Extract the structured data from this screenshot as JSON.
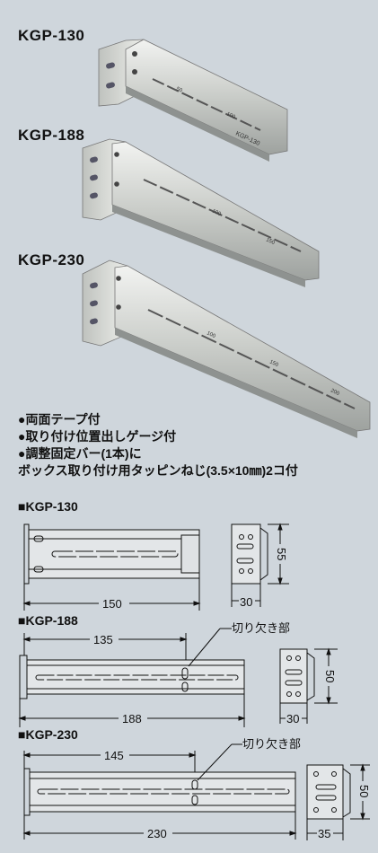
{
  "models": {
    "m130": "KGP-130",
    "m188": "KGP-188",
    "m230": "KGP-230"
  },
  "features": [
    "●両面テープ付",
    "●取り付け位置出しゲージ付",
    "●調整固定バー(1本)に",
    "ボックス取り付け用タッピンねじ(3.5×10㎜)2コ付"
  ],
  "drawings": {
    "d130": {
      "title": "■KGP-130",
      "length": "150",
      "width": "30",
      "height": "55"
    },
    "d188": {
      "title": "■KGP-188",
      "length": "188",
      "notch_pos": "135",
      "notch_label": "切り欠き部",
      "width": "30",
      "height": "50"
    },
    "d230": {
      "title": "■KGP-230",
      "length": "230",
      "notch_pos": "145",
      "notch_label": "切り欠き部",
      "width": "35",
      "height": "50"
    }
  },
  "photo_scale": {
    "p130": [
      "50",
      "100",
      "KGP-130"
    ],
    "p188": [
      "100",
      "150"
    ],
    "p230": [
      "100",
      "150",
      "200"
    ]
  }
}
